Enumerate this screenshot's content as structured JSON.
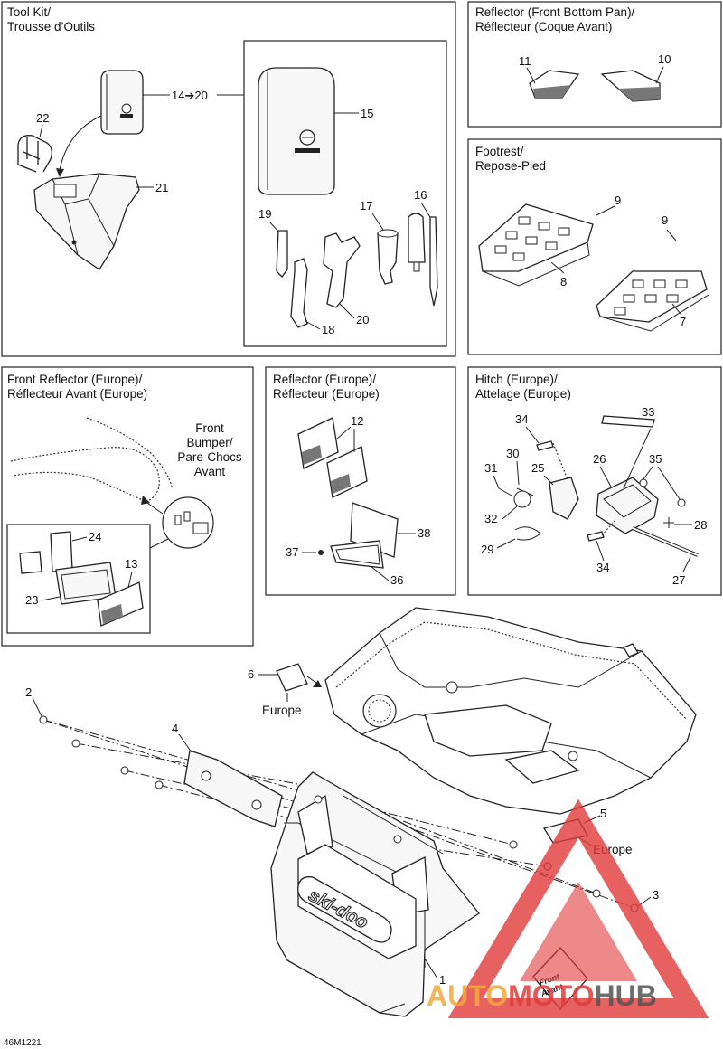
{
  "panels": {
    "tool_kit": {
      "title_line1": "Tool Kit/",
      "title_line2": "Trousse d’Outils"
    },
    "reflector_front": {
      "title_line1": "Reflector (Front Bottom Pan)/",
      "title_line2": "Réflecteur (Coque Avant)"
    },
    "footrest": {
      "title_line1": "Footrest/",
      "title_line2": "Repose-Pied"
    },
    "front_reflector_europe": {
      "title_line1": "Front Reflector (Europe)/",
      "title_line2": "Réflecteur Avant (Europe)"
    },
    "reflector_europe": {
      "title_line1": "Reflector (Europe)/",
      "title_line2": "Réflecteur (Europe)"
    },
    "hitch_europe": {
      "title_line1": "Hitch (Europe)/",
      "title_line2": "Attelage (Europe)"
    }
  },
  "bumper_label": {
    "line1": "Front",
    "line2": "Bumper/",
    "line3": "Pare-Chocs",
    "line4": "Avant"
  },
  "europe_label_a": "Europe",
  "europe_label_b": "Europe",
  "decal_text": {
    "line1": "Front",
    "line2": "Avant"
  },
  "brand_text": "ski-doo",
  "watermark": {
    "part1": "AUTO",
    "part2": "MOTO",
    "part3": "HUB"
  },
  "drawing_code": "46M1221",
  "callouts": {
    "c1": "1",
    "c2": "2",
    "c3": "3",
    "c4": "4",
    "c5": "5",
    "c6": "6",
    "c7": "7",
    "c8": "8",
    "c9a": "9",
    "c9b": "9",
    "c10": "10",
    "c11": "11",
    "c12": "12",
    "c13": "13",
    "c14_20": "14➔20",
    "c15": "15",
    "c16": "16",
    "c17": "17",
    "c18": "18",
    "c19": "19",
    "c20": "20",
    "c21": "21",
    "c22": "22",
    "c23": "23",
    "c24": "24",
    "c25": "25",
    "c26": "26",
    "c27": "27",
    "c28": "28",
    "c29": "29",
    "c30": "30",
    "c31": "31",
    "c32": "32",
    "c33": "33",
    "c34a": "34",
    "c34b": "34",
    "c35": "35",
    "c36": "36",
    "c37": "37",
    "c38": "38"
  },
  "colors": {
    "watermark_red": "#e23a3a",
    "watermark_orange": "#f2a93b",
    "watermark_gray": "#555555"
  }
}
